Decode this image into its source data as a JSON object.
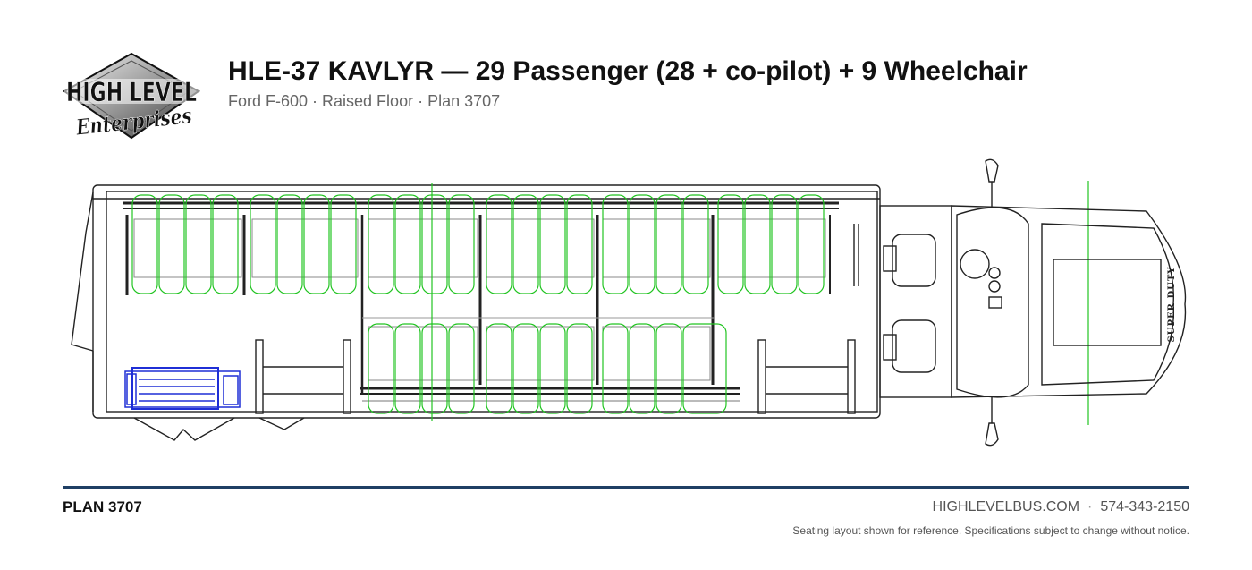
{
  "logo": {
    "line1": "HIGH LEVEL",
    "line2": "Enterprises"
  },
  "header": {
    "title": "HLE-37 KAVLYR — 29 Passenger (28 + co-pilot) + 9 Wheelchair",
    "subtitle": "Ford F-600 · Raised Floor · Plan 3707"
  },
  "diagram": {
    "hood_text": "SUPER DUTY"
  },
  "footer": {
    "plan": "PLAN 3707",
    "website": "HIGHLEVELBUS.COM",
    "separator": "·",
    "phone": "574-343-2150",
    "disclaimer": "Seating layout shown for reference. Specifications subject to change without notice."
  },
  "colors": {
    "rule": "#1f3f64",
    "seat_outline": "#22c422",
    "wheelchair_lift": "#1f2fd6",
    "linework": "#222222"
  }
}
